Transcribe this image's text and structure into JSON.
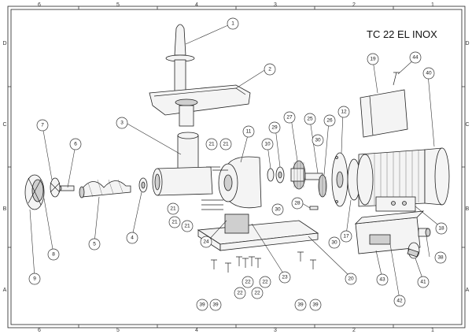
{
  "drawing": {
    "title": "TC 22 EL INOX",
    "columns": [
      "6",
      "5",
      "4",
      "3",
      "2",
      "1"
    ],
    "rows": [
      "D",
      "C",
      "B",
      "A"
    ]
  },
  "callouts": [
    {
      "id": "c1",
      "label": "1"
    },
    {
      "id": "c2",
      "label": "2"
    },
    {
      "id": "c3",
      "label": "3"
    },
    {
      "id": "c4",
      "label": "4"
    },
    {
      "id": "c5",
      "label": "5"
    },
    {
      "id": "c6",
      "label": "6"
    },
    {
      "id": "c7",
      "label": "7"
    },
    {
      "id": "c8",
      "label": "8"
    },
    {
      "id": "c9",
      "label": "9"
    },
    {
      "id": "c10",
      "label": "10"
    },
    {
      "id": "c11",
      "label": "11"
    },
    {
      "id": "c12",
      "label": "12"
    },
    {
      "id": "c17",
      "label": "17"
    },
    {
      "id": "c18",
      "label": "18"
    },
    {
      "id": "c19",
      "label": "19"
    },
    {
      "id": "c20",
      "label": "20"
    },
    {
      "id": "c21a",
      "label": "21"
    },
    {
      "id": "c21b",
      "label": "21"
    },
    {
      "id": "c21c",
      "label": "21"
    },
    {
      "id": "c21d",
      "label": "21"
    },
    {
      "id": "c21e",
      "label": "21"
    },
    {
      "id": "c22a",
      "label": "22"
    },
    {
      "id": "c22b",
      "label": "22"
    },
    {
      "id": "c22c",
      "label": "22"
    },
    {
      "id": "c22d",
      "label": "22"
    },
    {
      "id": "c23",
      "label": "23"
    },
    {
      "id": "c24",
      "label": "24"
    },
    {
      "id": "c25",
      "label": "25"
    },
    {
      "id": "c26",
      "label": "26"
    },
    {
      "id": "c27",
      "label": "27"
    },
    {
      "id": "c28",
      "label": "28"
    },
    {
      "id": "c29",
      "label": "29"
    },
    {
      "id": "c30a",
      "label": "30"
    },
    {
      "id": "c30b",
      "label": "30"
    },
    {
      "id": "c30c",
      "label": "30"
    },
    {
      "id": "c38",
      "label": "38"
    },
    {
      "id": "c39a",
      "label": "39"
    },
    {
      "id": "c39b",
      "label": "39"
    },
    {
      "id": "c39c",
      "label": "39"
    },
    {
      "id": "c39d",
      "label": "39"
    },
    {
      "id": "c40",
      "label": "40"
    },
    {
      "id": "c41",
      "label": "41"
    },
    {
      "id": "c42",
      "label": "42"
    },
    {
      "id": "c43",
      "label": "43"
    },
    {
      "id": "c44",
      "label": "44"
    }
  ]
}
